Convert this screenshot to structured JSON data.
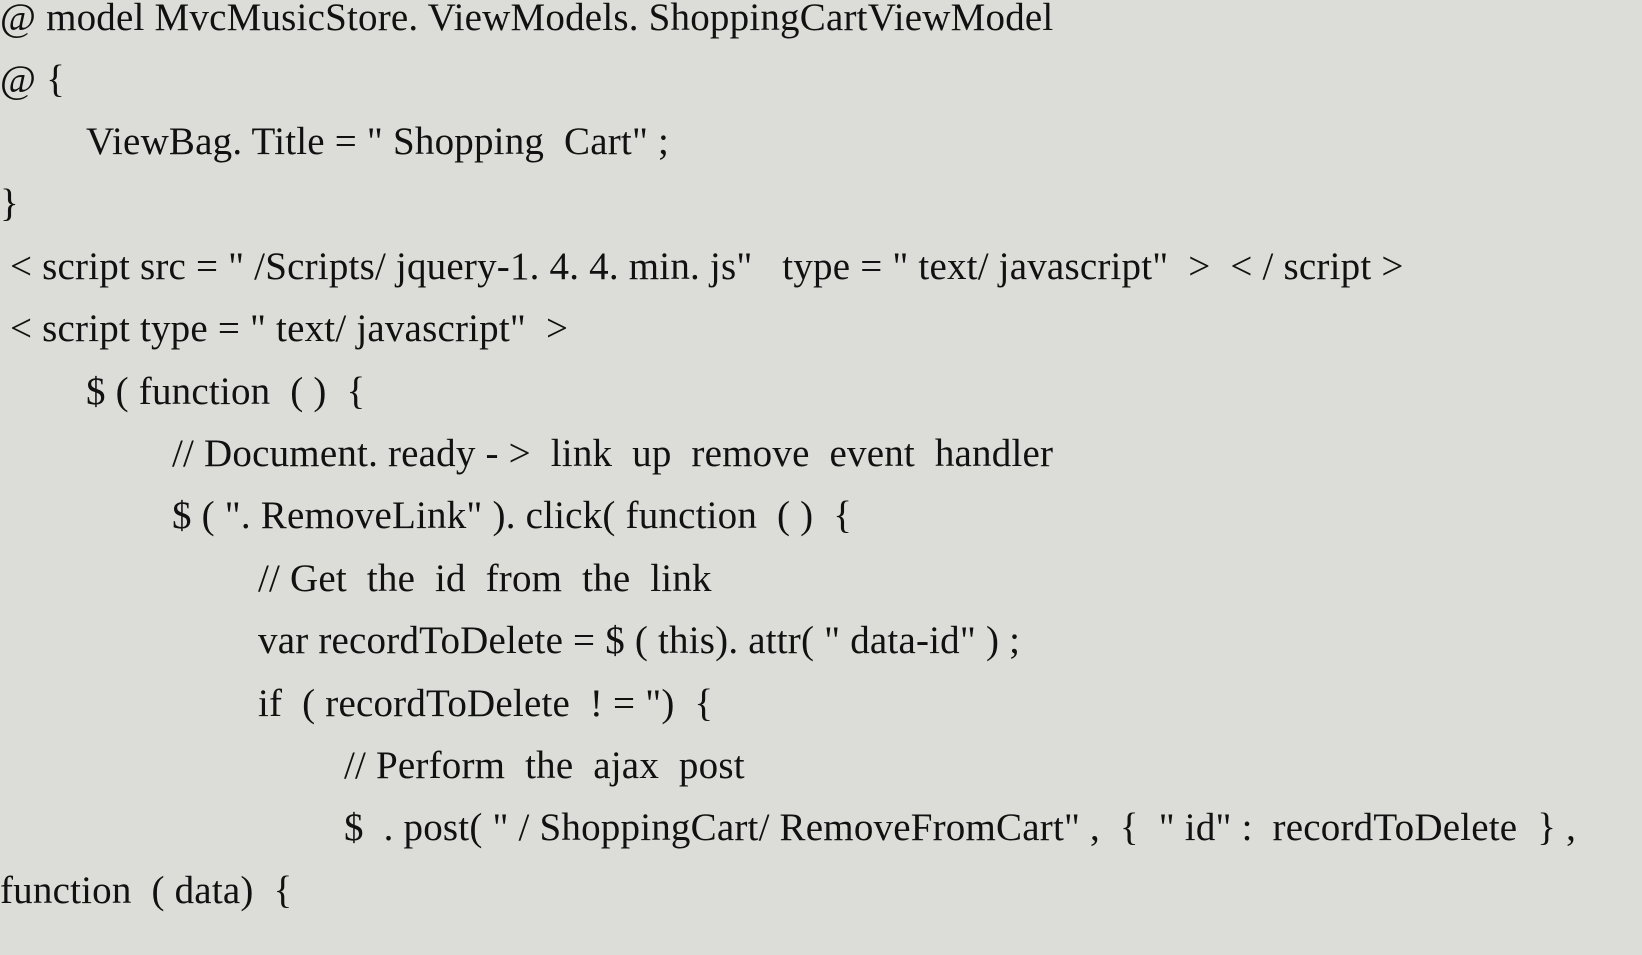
{
  "code": {
    "lines": [
      "@ model MvcMusicStore. ViewModels. ShoppingCartViewModel",
      "@ {",
      "ViewBag. Title = \" Shopping  Cart\" ;",
      "}",
      "< script src = \" /Scripts/ jquery-1. 4. 4. min. js\"   type = \" text/ javascript\"  >  < / script >",
      "< script type = \" text/ javascript\"  >",
      "$ ( function  ( )  {",
      "// Document. ready - >  link  up  remove  event  handler",
      "$ ( \". RemoveLink\" ). click( function  ( )  {",
      "// Get  the  id  from  the  link",
      "var recordToDelete = $ ( this). attr( \" data-id\" ) ;",
      "if  ( recordToDelete  ! = \")  {",
      "// Perform  the  ajax  post",
      "$  . post( \" / ShoppingCart/ RemoveFromCart\" ,  {  \" id\" :  recordToDelete  } ,",
      "function  ( data)  {"
    ]
  }
}
